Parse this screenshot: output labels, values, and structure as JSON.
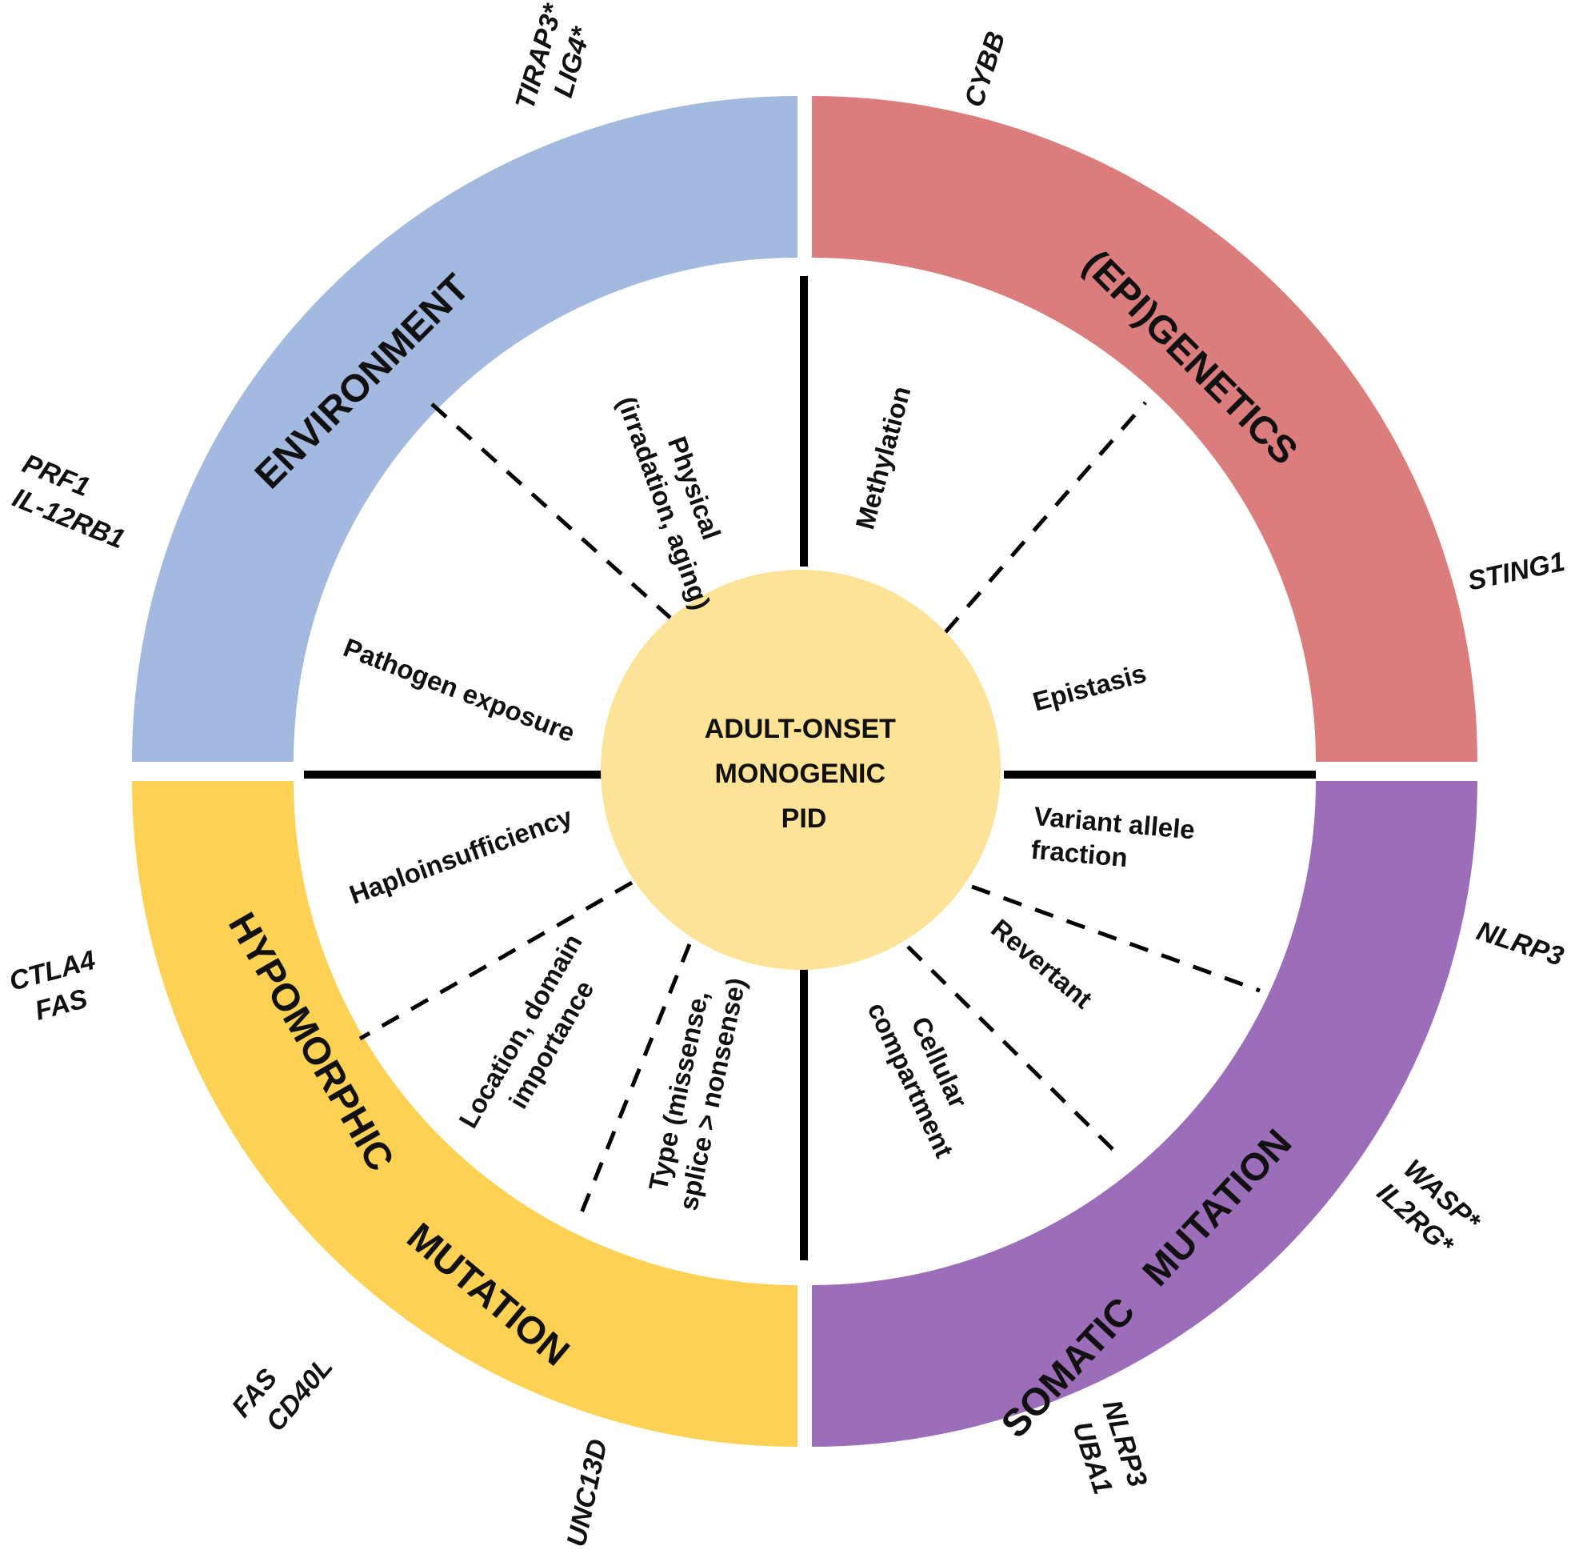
{
  "center": {
    "lines": [
      "ADULT-ONSET",
      "MONOGENIC",
      "PID"
    ],
    "color": "#fde397"
  },
  "quadrants": {
    "environment": {
      "title": "ENVIRONMENT",
      "color": "#a3b9e0",
      "factors": {
        "physical": [
          "Physical",
          "(irradation, aging)"
        ],
        "pathogen": "Pathogen exposure"
      },
      "genes": {
        "top": [
          "TIRAP3*",
          "LIG4*"
        ],
        "left": [
          "PRF1",
          "IL-12RB1"
        ]
      }
    },
    "epigenetics": {
      "title": "(EPI)GENETICS",
      "color": "#dc7d7d",
      "factors": {
        "methylation": "Methylation",
        "epistasis": "Epistasis"
      },
      "genes": {
        "top": "CYBB",
        "right": "STING1"
      }
    },
    "hypomorphic": {
      "title_line1": "HYPOMORPHIC",
      "title_line2": "MUTATION",
      "color": "#fdd153",
      "factors": {
        "haploinsufficiency": "Haploinsufficiency",
        "location": [
          "Location, domain",
          "importance"
        ],
        "type": [
          "Type (missense,",
          "splice > nonsense)"
        ]
      },
      "genes": {
        "left": [
          "CTLA4",
          "FAS"
        ],
        "bottom_left": [
          "FAS",
          "CD40L"
        ],
        "bottom": "UNC13D"
      }
    },
    "somatic": {
      "title_line1": "SOMATIC",
      "title_line2": "MUTATION",
      "color": "#9c6eba",
      "factors": {
        "vaf": [
          "Variant allele",
          "fraction"
        ],
        "revertant": "Revertant",
        "compartment": [
          "Cellular",
          "compartment"
        ]
      },
      "genes": {
        "right": "NLRP3",
        "bottom_right": [
          "WASP*",
          "IL2RG*"
        ],
        "bottom": [
          "NLRP3",
          "UBA1"
        ]
      }
    }
  }
}
